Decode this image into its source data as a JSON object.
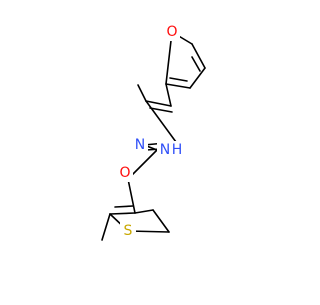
{
  "molecule": {
    "atom_labels": {
      "furan_oxygen": "O",
      "carbonyl_oxygen": "O",
      "hydrazone_nitrogen": "N",
      "amide_nitrogen": "N",
      "amide_hydrogen": "H",
      "thiophene_sulfur": "S"
    },
    "colors": {
      "bond": "#000000",
      "oxygen": "#ff0d0d",
      "nitrogen": "#3050f8",
      "sulfur": "#c8a800"
    }
  }
}
